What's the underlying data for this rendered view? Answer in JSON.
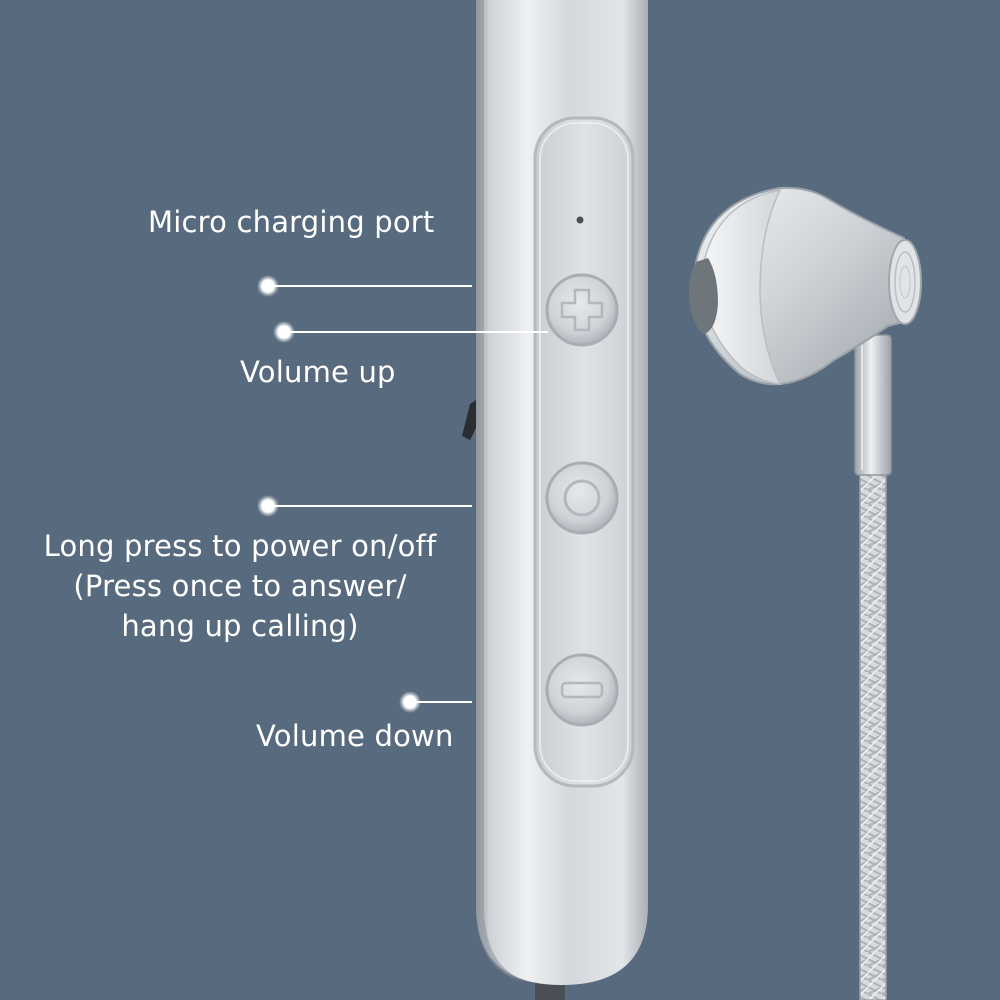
{
  "colors": {
    "background": "#586a7e",
    "metal_light": "#e9ecef",
    "metal_mid": "#c3c8cd",
    "metal_dark": "#9aa1a8",
    "callout": "#ffffff"
  },
  "callouts": {
    "charging_port": "Micro charging port",
    "volume_up": "Volume up",
    "power": {
      "line1": "Long press to power on/off",
      "line2": "(Press once to answer/",
      "line3": "hang up calling)"
    },
    "volume_down": "Volume down"
  },
  "icons": {
    "plus_button": "plus-icon",
    "power_button": "circle-icon",
    "minus_button": "minus-icon",
    "earbud": "earbud-icon",
    "cable": "braided-cable-icon"
  }
}
